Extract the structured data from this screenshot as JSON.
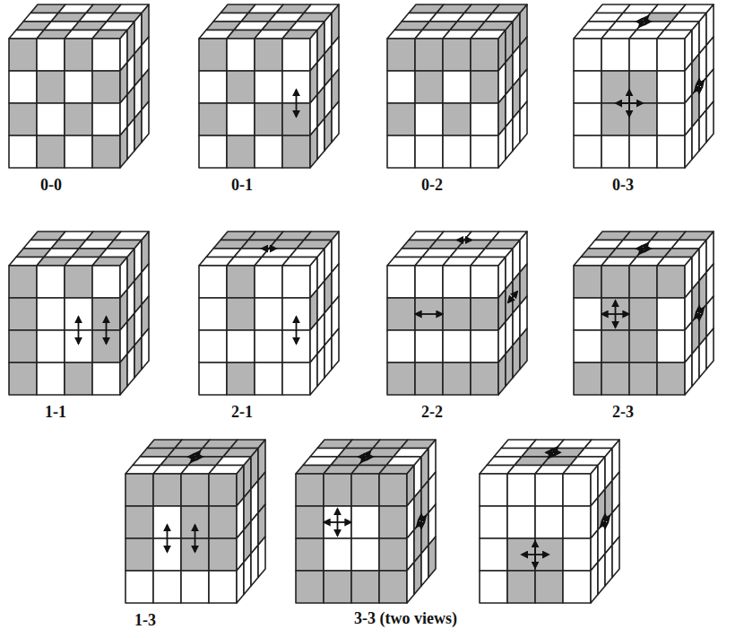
{
  "diagram": {
    "labels": [
      "0-0",
      "0-1",
      "0-2",
      "0-3",
      "1-1",
      "2-1",
      "2-2",
      "2-3",
      "1-3",
      "3-3 (two views)"
    ]
  }
}
